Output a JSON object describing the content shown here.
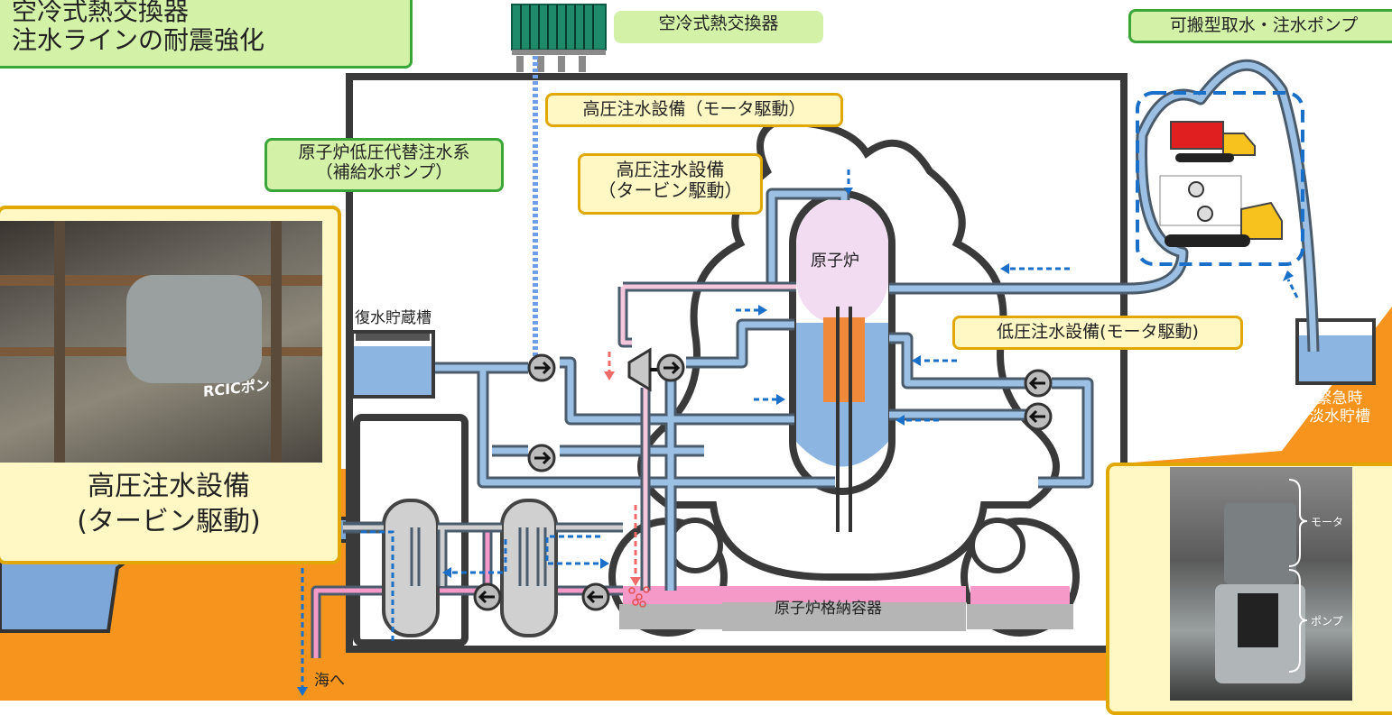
{
  "title_box": {
    "line1": "空冷式熱交換器",
    "line2": "注水ラインの耐震強化"
  },
  "labels": {
    "air_cooled_hx": "空冷式熱交換器",
    "portable_pump": "可搬型取水・注水ポンプ",
    "hp_motor": "高圧注水設備（モータ駆動）",
    "lp_alt": {
      "line1": "原子炉低圧代替注水系",
      "line2": "（補給水ポンプ）"
    },
    "hp_turbine": {
      "line1": "高圧注水設備",
      "line2": "（タービン駆動）"
    },
    "condensate_tank": "復水貯蔵槽",
    "reactor": "原子炉",
    "lp_motor": "低圧注水設備(モータ駆動)",
    "emergency_tank": {
      "line1": "緊急時",
      "line2": "淡水貯槽"
    },
    "containment": "原子炉格納容器",
    "to_sea": "海へ"
  },
  "photo_left": {
    "caption_line1": "高圧注水設備",
    "caption_line2": "(タービン駆動)",
    "sign": "RCICポン"
  },
  "photo_right": {
    "motor": "モータ",
    "pump": "ポンプ"
  },
  "colors": {
    "pipe": "#8fb4d9",
    "pipe_edge": "#4a5b6c",
    "water": "#8db5e2",
    "pink": "#f59ac8",
    "orange": "#f7941d",
    "green_border": "#3aa63a",
    "yellow_border": "#e0a800",
    "arrow_blue": "#1a6fc9",
    "arrow_red": "#f06a6a",
    "reactor_top": "#f2dcf2"
  }
}
